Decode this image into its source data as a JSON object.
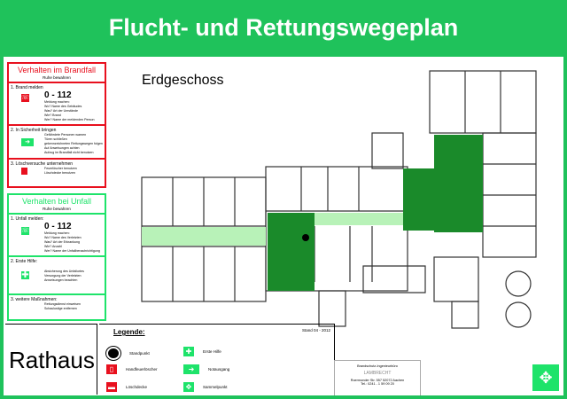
{
  "title": "Flucht- und Rettungswegeplan",
  "fire": {
    "heading": "Verhalten im Brandfall",
    "calm": "Ruhe bewahren",
    "s1": "1. Brand melden",
    "number": "0 - 112",
    "s1_lines": [
      "Meldung machen:",
      "Wo? Name des Gebäudes",
      "Was? Art der Umstände",
      "Wie? Brand",
      "Wer? Name der meldenden Person"
    ],
    "s2": "2. In Sicherheit bringen",
    "s2_lines": [
      "Gefährdete Personen warnen",
      "Türen schließen",
      "gekennzeichneten Rettungswegen folgen",
      "Auf Anweisungen achten",
      "Aufzug im Brandfall nicht benutzen"
    ],
    "s3": "3. Löschversuche unternehmen",
    "s3_lines": [
      "Feuerlöscher benutzen",
      "Löschdecke benutzen"
    ]
  },
  "accident": {
    "heading": "Verhalten bei Unfall",
    "calm": "Ruhe bewahren",
    "s1": "1. Unfall melden:",
    "number": "0 - 112",
    "s1_lines": [
      "Meldung machen:",
      "Wo? Name des Verletzten",
      "Was? Art der Erkrankung",
      "Wie? Anzahl",
      "Wer? Name der Unfallbenachrichtigung"
    ],
    "s2": "2. Erste Hilfe:",
    "s2_lines": [
      "Absicherung des Unfallortes",
      "Versorgung der Verletzten",
      "Anweisungen beachten"
    ],
    "s3": "3. weitere Maßnahmen:",
    "s3_lines": [
      "Rettungsdienst einweisen",
      "Schaulustige entfernen"
    ]
  },
  "plan": {
    "floor": "Erdgeschoss"
  },
  "footer": {
    "building": "Rathaus",
    "legend_title": "Legende:",
    "stand": "Stand 04 - 2012",
    "legend": [
      "Standpunkt",
      "Handfeuerlöscher",
      "Löschdecke",
      "Erste Hilfe",
      "Notausgang",
      "Sammelpunkt"
    ],
    "office": "Brandschutz-Ingenieurbüro",
    "logo": "LAMBRECHT",
    "address": "Roermonder Str. 557     52072 Aachen",
    "phone": "Tel.: 0241 - 1 59 09 20"
  },
  "colors": {
    "green": "#1fc25b",
    "red": "#e8101e",
    "route": "#1a8a2a"
  }
}
